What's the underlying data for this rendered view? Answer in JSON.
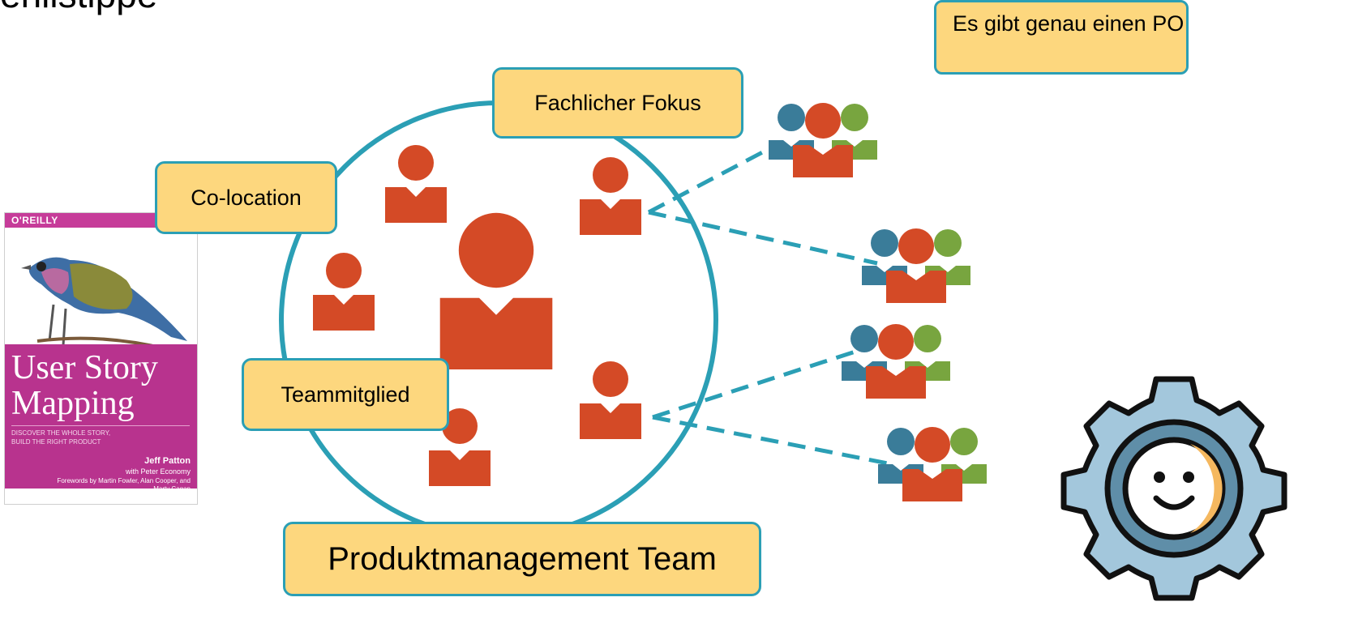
{
  "title": "enlistippe",
  "labels": {
    "fachlicher_fokus": "Fachlicher Fokus",
    "co_location": "Co-location",
    "teammitglied": "Teammitglied",
    "team": "Produktmanagement Team",
    "po_note": "Es gibt genau einen PO"
  },
  "book": {
    "publisher": "O'REILLY",
    "title_line1": "User Story",
    "title_line2": "Mapping",
    "subtitle": "DISCOVER THE WHOLE STORY, BUILD THE RIGHT PRODUCT",
    "author": "Jeff Patton",
    "coauthor": "with Peter Economy",
    "forewords": "Forewords by Martin Fowler, Alan Cooper, and Marty Cagan"
  },
  "colors": {
    "accent": "#2b9fb5",
    "label_fill": "#fdd77e",
    "person_red": "#d44a26",
    "person_blue": "#3a7c99",
    "person_green": "#78a53f"
  },
  "icons": [
    "person-icon",
    "group-icon",
    "gear-smiley-icon"
  ]
}
